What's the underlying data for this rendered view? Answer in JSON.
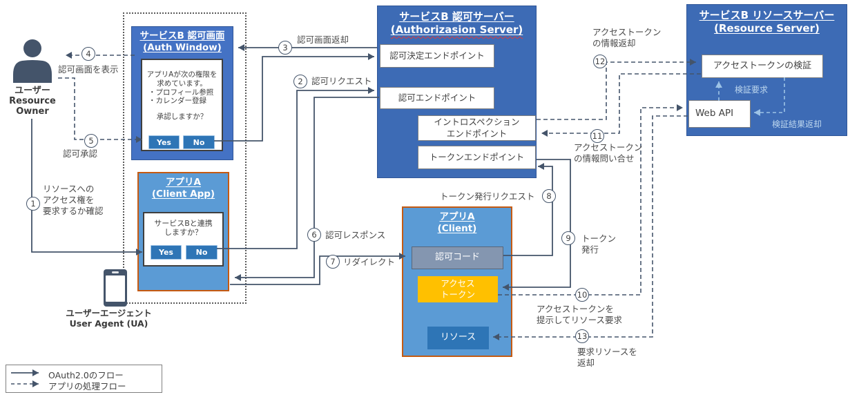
{
  "colors": {
    "server_blue": "#3D6BB5",
    "window_blue": "#4472C4",
    "client_blue": "#5B9BD5",
    "client_border_orange": "#C55A11",
    "access_token_amber": "#FFC000",
    "resource_blue": "#2E75B6",
    "auth_code_gray": "#8496B0",
    "arrow_navy": "#44546A",
    "inner_arrow_light_blue": "#9DC3E6",
    "spellcheck_red": "#E03B3B"
  },
  "user": {
    "name_jp": "ユーザー",
    "name_en1": "Resource",
    "name_en2": "Owner"
  },
  "user_agent": {
    "label_jp": "ユーザーエージェント",
    "label_en": "User Agent (UA)"
  },
  "auth_window": {
    "title_jp": "サービスB 認可画面",
    "title_en": "(Auth Window)",
    "dialog_line1": "アプリAが次の権限を",
    "dialog_line2": "求めています。",
    "dialog_line3": "・プロフィール参照",
    "dialog_line4": "・カレンダー登録",
    "dialog_line5": "承認しますか？",
    "yes": "Yes",
    "no": "No"
  },
  "client_app": {
    "title_jp": "アプリA",
    "title_en": "(Client App)",
    "dialog_line1": "サービスBと連携",
    "dialog_line2": "しますか？",
    "yes": "Yes",
    "no": "No"
  },
  "auth_server": {
    "title_jp": "サービスB 認可サーバー",
    "title_en": "(Authorizasion Server)",
    "ep_decision": "認可決定エンドポイント",
    "ep_auth": "認可エンドポイント",
    "ep_introspection": "イントロスペクション\nエンドポイント",
    "ep_token": "トークンエンドポイント"
  },
  "client": {
    "title_jp": "アプリA",
    "title_en": "(Client)",
    "auth_code": "認可コード",
    "access_token": "アクセス\nトークン",
    "resource": "リソース"
  },
  "resource_server": {
    "title_jp": "サービスB リソースサーバー",
    "title_en": "(Resource Server)",
    "validation": "アクセストークンの検証",
    "web_api": "Web API",
    "verify_request": "検証要求",
    "verify_return": "検証結果返却"
  },
  "steps": {
    "s1": {
      "n": "1",
      "label": "リソースへの\nアクセス権を\n要求するか確認"
    },
    "s2": {
      "n": "2",
      "label": "認可リクエスト"
    },
    "s3": {
      "n": "3",
      "label": "認可画面返却"
    },
    "s4": {
      "n": "4",
      "label": "認可画面を表示"
    },
    "s5": {
      "n": "5",
      "label": "認可承認"
    },
    "s6": {
      "n": "6",
      "label": "認可レスポンス"
    },
    "s7": {
      "n": "7",
      "label": "リダイレクト"
    },
    "s8": {
      "n": "8",
      "label": "トークン発行リクエスト"
    },
    "s9": {
      "n": "9",
      "label": "トークン\n発行"
    },
    "s10": {
      "n": "10",
      "label": "アクセストークンを\n提示してリソース要求"
    },
    "s11": {
      "n": "11",
      "label": "アクセストークン\nの情報問い合せ"
    },
    "s12": {
      "n": "12",
      "label": "アクセストークン\nの情報返却"
    },
    "s13": {
      "n": "13",
      "label": "要求リソースを\n返却"
    }
  },
  "legend": {
    "solid": "OAuth2.0のフロー",
    "dashed": "アプリの処理フロー"
  }
}
